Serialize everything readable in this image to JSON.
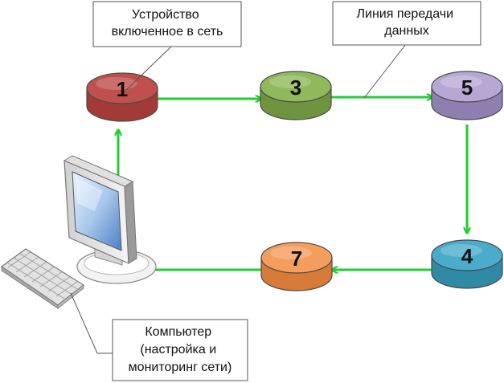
{
  "nodes": [
    {
      "id": "node-1",
      "label": "1",
      "color": "#c0504d"
    },
    {
      "id": "node-3",
      "label": "3",
      "color": "#8fb95a"
    },
    {
      "id": "node-5",
      "label": "5",
      "color": "#b7a7d4"
    },
    {
      "id": "node-4",
      "label": "4",
      "color": "#4aaccc"
    },
    {
      "id": "node-7",
      "label": "7",
      "color": "#f59d5c"
    }
  ],
  "callouts": {
    "device": {
      "lines": [
        "Устройство",
        "включенное в сеть"
      ]
    },
    "line": {
      "lines": [
        "Линия передачи",
        "данных"
      ]
    },
    "computer": {
      "lines": [
        "Компьютер",
        "(настройка и",
        "мониторинг сети)"
      ]
    }
  },
  "colors": {
    "arrow": "#22cc33",
    "callout_fill": "#ffffff",
    "callout_stroke": "#555555"
  }
}
